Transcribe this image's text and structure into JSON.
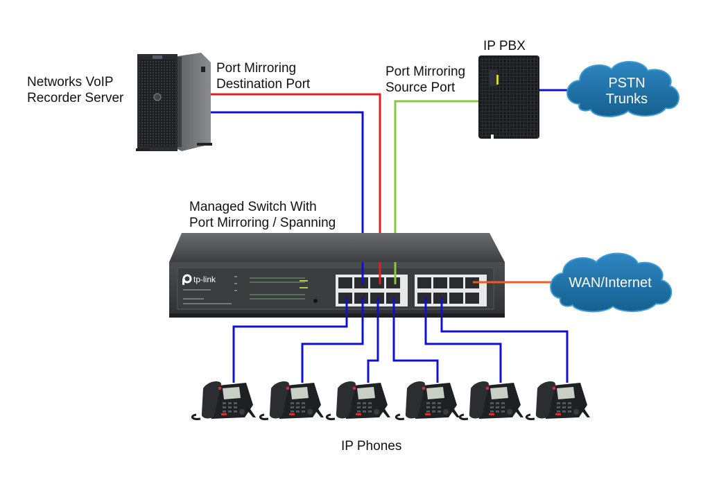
{
  "labels": {
    "recorder_server": [
      "Networks VoIP",
      "Recorder Server"
    ],
    "mirror_destination": [
      "Port Mirroring",
      "Destination Port"
    ],
    "mirror_source": [
      "Port Mirroring",
      "Source Port"
    ],
    "ip_pbx": "IP PBX",
    "switch": [
      "Managed Switch With",
      "Port Mirroring / Spanning"
    ],
    "ip_phones": "IP Phones"
  },
  "clouds": {
    "pstn": [
      "PSTN",
      "Trunks"
    ],
    "wan": "WAN/Internet"
  },
  "switch_device": {
    "brand": "tp-link",
    "ports_per_group": 8,
    "port_groups": 2
  },
  "phones_count": 6,
  "colors": {
    "mirror_destination_cable": "#e0201c",
    "mirror_source_cable": "#8cc63f",
    "lan_cable": "#1010d0",
    "wan_cable": "#f05a22",
    "cloud_fill": "#1a6fa6",
    "cloud_edge": "#3a9bd5"
  },
  "connections": [
    {
      "from": "recorder_server",
      "to": "switch",
      "type": "mirror_destination"
    },
    {
      "from": "recorder_server",
      "to": "switch",
      "type": "lan"
    },
    {
      "from": "ip_pbx",
      "to": "switch",
      "type": "mirror_source"
    },
    {
      "from": "ip_pbx",
      "to": "pstn",
      "type": "lan"
    },
    {
      "from": "switch",
      "to": "wan",
      "type": "wan"
    },
    {
      "from": "switch",
      "to": "phone-1",
      "type": "lan"
    },
    {
      "from": "switch",
      "to": "phone-2",
      "type": "lan"
    },
    {
      "from": "switch",
      "to": "phone-3",
      "type": "lan"
    },
    {
      "from": "switch",
      "to": "phone-4",
      "type": "lan"
    },
    {
      "from": "switch",
      "to": "phone-5",
      "type": "lan"
    },
    {
      "from": "switch",
      "to": "phone-6",
      "type": "lan"
    }
  ]
}
